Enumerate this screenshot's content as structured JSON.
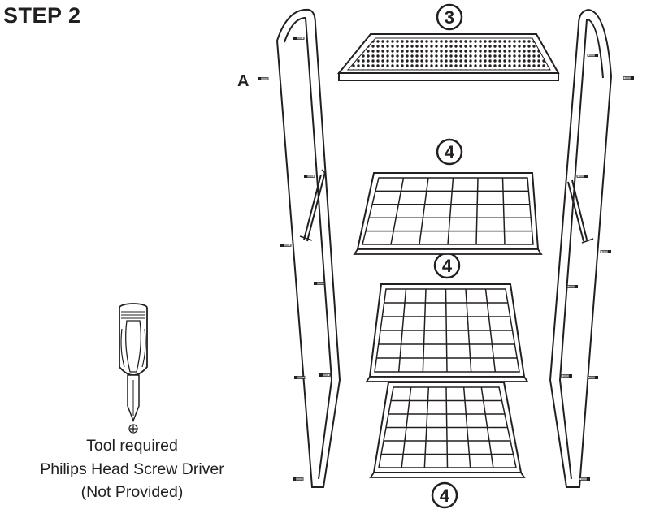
{
  "step": {
    "title": "STEP 2"
  },
  "parts": {
    "callout_a": "A",
    "top_shelf_number": "3",
    "shelf_numbers": [
      "4",
      "4",
      "4"
    ]
  },
  "tool": {
    "line1": "Tool required",
    "line2": "Philips Head Screw Driver",
    "line3": "(Not Provided)"
  },
  "icons": [
    "screwdriver-icon",
    "phillips-tip-icon",
    "screw-icon"
  ]
}
